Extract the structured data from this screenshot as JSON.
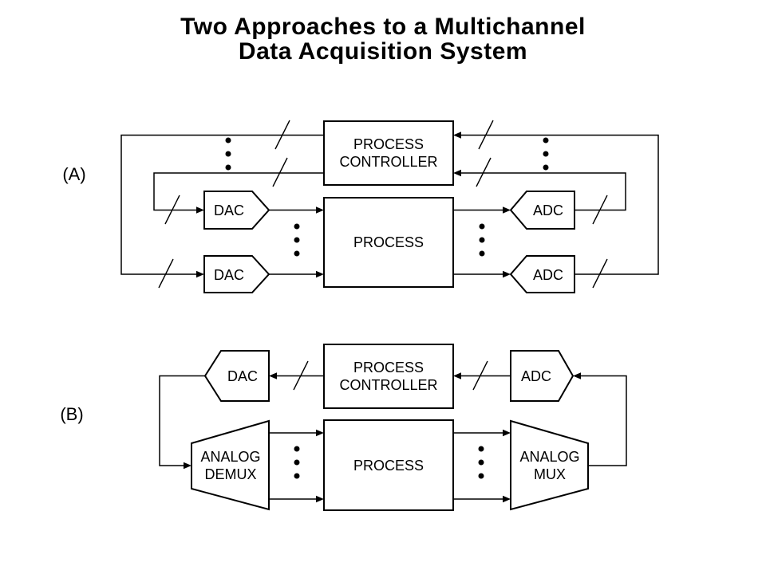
{
  "title": {
    "line1": "Two Approaches to a Multichannel",
    "line2": "Data Acquisition System"
  },
  "diagram_a": {
    "label": "(A)",
    "process_controller_line1": "PROCESS",
    "process_controller_line2": "CONTROLLER",
    "process": "PROCESS",
    "dac_top": "DAC",
    "dac_bottom": "DAC",
    "adc_top": "ADC",
    "adc_bottom": "ADC"
  },
  "diagram_b": {
    "label": "(B)",
    "process_controller_line1": "PROCESS",
    "process_controller_line2": "CONTROLLER",
    "process": "PROCESS",
    "dac": "DAC",
    "adc": "ADC",
    "analog_demux_line1": "ANALOG",
    "analog_demux_line2": "DEMUX",
    "analog_mux_line1": "ANALOG",
    "analog_mux_line2": "MUX"
  },
  "style": {
    "background": "#ffffff",
    "line_color": "#000000",
    "text_color": "#000000",
    "shape_fill": "#ffffff"
  }
}
